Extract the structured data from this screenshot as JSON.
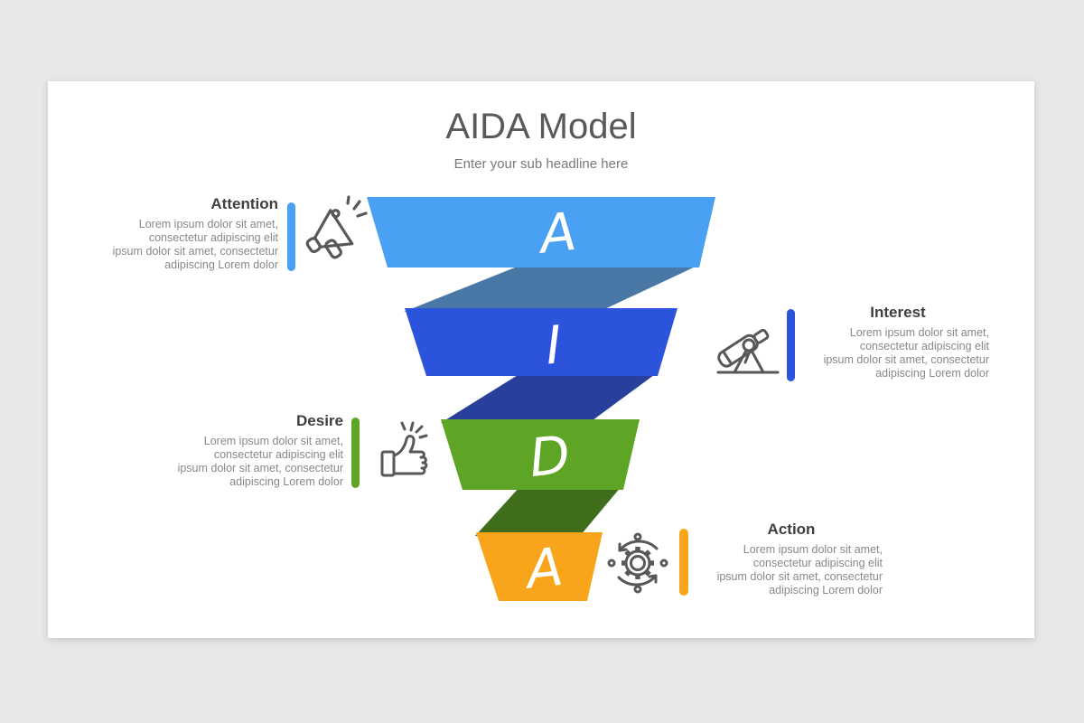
{
  "slide": {
    "title": "AIDA Model",
    "subtitle": "Enter your sub headline here"
  },
  "colors": {
    "page_bg": "#e8e7e9",
    "slide_bg": "#ffffff",
    "title_text": "#58595b",
    "subtitle_text": "#77787b",
    "heading_text": "#3f3f41",
    "body_text": "#87888b",
    "icon_stroke": "#58585a",
    "letter": "#ffffff",
    "funnel": {
      "attention": "#4aa0f2",
      "attention_fold": "#4a78a6",
      "interest": "#2c53dc",
      "interest_fold": "#28409b",
      "desire": "#5fa525",
      "desire_fold": "#406d1c",
      "action": "#f9a51b"
    }
  },
  "stages": [
    {
      "name": "Attention",
      "letter": "A",
      "icon": "megaphone-icon",
      "accent": "#4aa0f2",
      "body": "Lorem ipsum dolor sit amet,\nconsectetur adipiscing elit\nipsum dolor sit amet, consectetur\nadipiscing Lorem dolor"
    },
    {
      "name": "Interest",
      "letter": "I",
      "icon": "telescope-icon",
      "accent": "#2c53dc",
      "body": "Lorem ipsum dolor sit amet,\nconsectetur adipiscing elit\nipsum dolor sit amet, consectetur\nadipiscing Lorem dolor"
    },
    {
      "name": "Desire",
      "letter": "D",
      "icon": "thumbs-up-icon",
      "accent": "#5fa525",
      "body": "Lorem ipsum dolor sit amet,\nconsectetur adipiscing elit\nipsum dolor sit amet, consectetur\nadipiscing Lorem dolor"
    },
    {
      "name": "Action",
      "letter": "A",
      "icon": "gear-arrows-icon",
      "accent": "#f9a51b",
      "body": "Lorem ipsum dolor sit amet,\nconsectetur adipiscing elit\nipsum dolor sit amet, consectetur\nadipiscing Lorem dolor"
    }
  ]
}
